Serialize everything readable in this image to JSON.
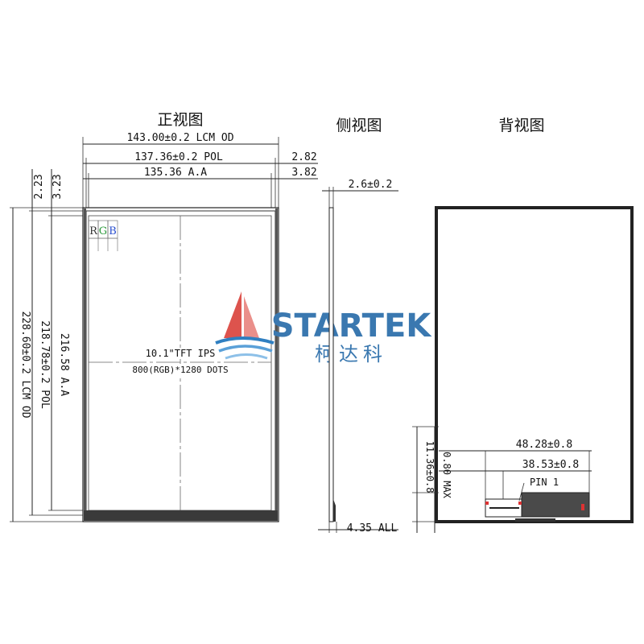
{
  "views": {
    "front_title": "正视图",
    "side_title": "侧视图",
    "back_title": "背视图"
  },
  "front": {
    "dim_lcm_od_width": "143.00±0.2 LCM OD",
    "dim_pol_width": "137.36±0.2 POL",
    "dim_aa_width": "135.36 A.A",
    "dim_right_pol_offset": "2.82",
    "dim_right_aa_offset": "3.82",
    "dim_left_aa_offset": "3.23",
    "dim_left_pol_offset": "2.23",
    "dim_lcm_od_height": "228.60±0.2 LCM OD",
    "dim_pol_height": "218.78±0.2 POL",
    "dim_aa_height": "216.58 A.A",
    "rgb_r": "R",
    "rgb_g": "G",
    "rgb_b": "B",
    "panel_type": "10.1\"TFT IPS",
    "resolution": "800(RGB)*1280 DOTS"
  },
  "side": {
    "dim_thickness": "2.6±0.2",
    "dim_all": "4.35 ALL"
  },
  "back": {
    "dim_fpc_width1": "48.28±0.8",
    "dim_fpc_width2": "38.53±0.8",
    "dim_fpc_height": "11.36±0.8",
    "dim_fpc_max": "0.80 MAX",
    "pin_label": "PIN 1"
  },
  "logo": {
    "name": "STARTEK",
    "chinese": "柯达科"
  },
  "colors": {
    "line": "#222222",
    "logo_red": "#d9403a",
    "logo_blue": "#2f7fc1",
    "logo_text": "#3a78b0",
    "rgb_r": "#333333",
    "rgb_g": "#2a9a3a",
    "rgb_b": "#2a4fcf"
  }
}
